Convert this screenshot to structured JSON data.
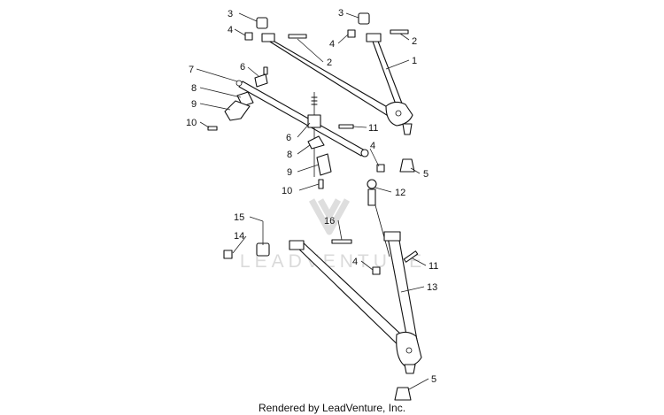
{
  "callouts": [
    {
      "id": "c3a",
      "label": "3"
    },
    {
      "id": "c4a",
      "label": "4"
    },
    {
      "id": "c2a",
      "label": "2"
    },
    {
      "id": "c3b",
      "label": "3"
    },
    {
      "id": "c4b",
      "label": "4"
    },
    {
      "id": "c2b",
      "label": "2"
    },
    {
      "id": "c1",
      "label": "1"
    },
    {
      "id": "c7",
      "label": "7"
    },
    {
      "id": "c6a",
      "label": "6"
    },
    {
      "id": "c8a",
      "label": "8"
    },
    {
      "id": "c9a",
      "label": "9"
    },
    {
      "id": "c10a",
      "label": "10"
    },
    {
      "id": "c6b",
      "label": "6"
    },
    {
      "id": "c11a",
      "label": "11"
    },
    {
      "id": "c4c",
      "label": "4"
    },
    {
      "id": "c8b",
      "label": "8"
    },
    {
      "id": "c5a",
      "label": "5"
    },
    {
      "id": "c9b",
      "label": "9"
    },
    {
      "id": "c12",
      "label": "12"
    },
    {
      "id": "c10b",
      "label": "10"
    },
    {
      "id": "c15",
      "label": "15"
    },
    {
      "id": "c16",
      "label": "16"
    },
    {
      "id": "c14",
      "label": "14"
    },
    {
      "id": "c4d",
      "label": "4"
    },
    {
      "id": "c11b",
      "label": "11"
    },
    {
      "id": "c13",
      "label": "13"
    },
    {
      "id": "c5b",
      "label": "5"
    }
  ],
  "watermark": {
    "text": "LEADVENTURE"
  },
  "footer": {
    "text": "Rendered by LeadVenture, Inc."
  }
}
